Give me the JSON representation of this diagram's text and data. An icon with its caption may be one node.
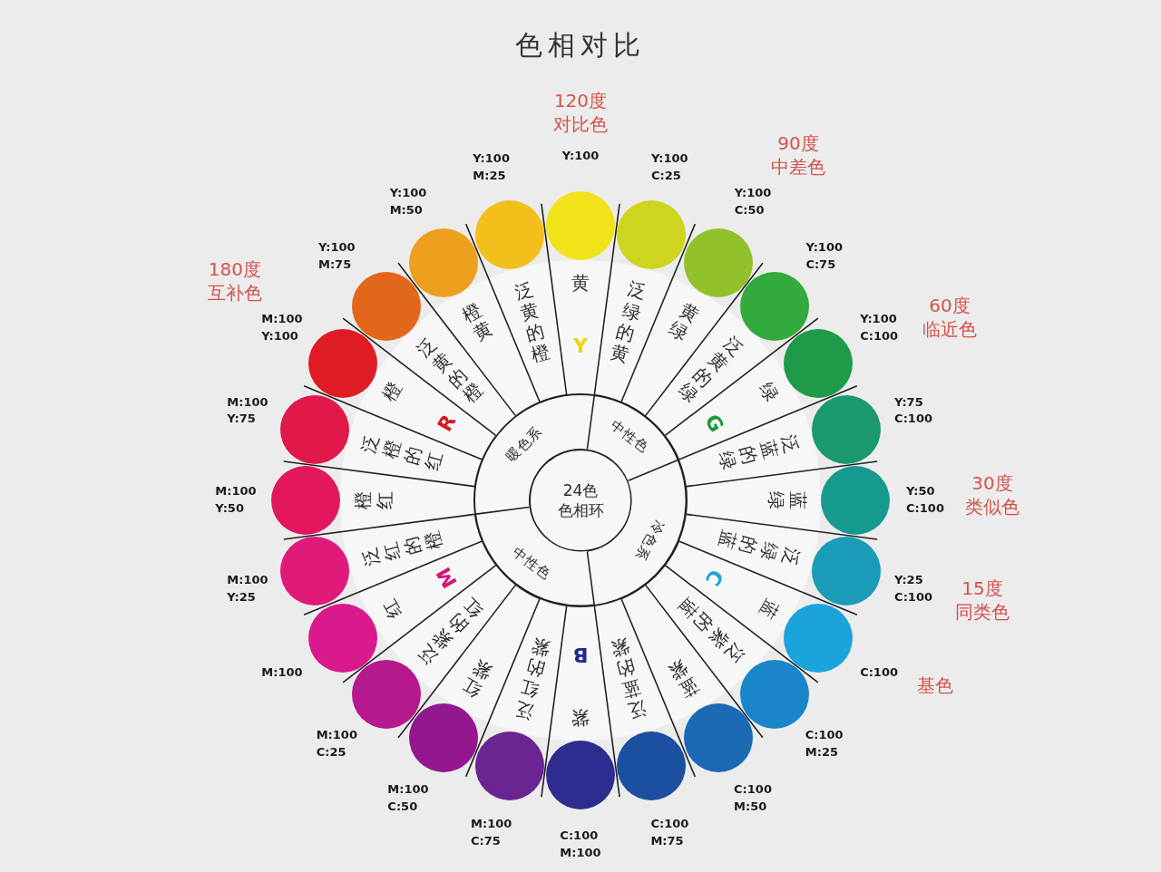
{
  "diagram": {
    "title": "色相对比",
    "nodes": [
      {
        "text": [
          "24色色相环"
        ]
      },
      {
        "text": [
          "暖色系"
        ]
      },
      {
        "text": [
          "中性色"
        ]
      },
      {
        "text": [
          "冷色系"
        ]
      },
      {
        "text": [
          "中性色"
        ]
      },
      {
        "text": [
          "黄",
          "Y"
        ]
      },
      {
        "text": [
          "泛绿的黄"
        ]
      },
      {
        "text": [
          "黄绿"
        ]
      },
      {
        "text": [
          "泛黄的绿"
        ]
      },
      {
        "text": [
          "绿",
          "G"
        ]
      },
      {
        "text": [
          "泛蓝的绿"
        ]
      },
      {
        "text": [
          "蓝绿"
        ]
      },
      {
        "text": [
          "泛绿的蓝"
        ]
      },
      {
        "text": [
          "蓝",
          "C"
        ]
      },
      {
        "text": [
          "泛紫的蓝"
        ]
      },
      {
        "text": [
          "蓝紫"
        ]
      },
      {
        "text": [
          "泛蓝的紫"
        ]
      },
      {
        "text": [
          "紫",
          "B"
        ]
      },
      {
        "text": [
          "泛红的紫"
        ]
      },
      {
        "text": [
          "红紫"
        ]
      },
      {
        "text": [
          "泛紫的红"
        ]
      },
      {
        "text": [
          "红",
          "M"
        ]
      },
      {
        "text": [
          "泛红的橙"
        ]
      },
      {
        "text": [
          "橙红"
        ]
      },
      {
        "text": [
          "泛橙的红"
        ]
      },
      {
        "text": [
          "橙",
          "R"
        ]
      },
      {
        "text": [
          "泛黄的橙"
        ]
      },
      {
        "text": [
          "橙黄"
        ]
      },
      {
        "text": [
          "泛黄的橙"
        ]
      },
      {
        "text": [],
        "shape": "circle",
        "beside": [
          "120度对比色",
          "Y:100"
        ]
      },
      {
        "text": [],
        "shape": "circle",
        "beside": [
          "Y:100 C:25"
        ]
      },
      {
        "text": [],
        "shape": "circle",
        "beside": [
          "90度中差色",
          "Y:100 C:50"
        ]
      },
      {
        "text": [],
        "shape": "circle",
        "beside": [
          "Y:100 C:75"
        ]
      },
      {
        "text": [],
        "shape": "circle",
        "beside": [
          "Y:100 C:100",
          "60度临近色"
        ]
      },
      {
        "text": [],
        "shape": "circle",
        "beside": [
          "Y:75 C:100"
        ]
      },
      {
        "text": [],
        "shape": "circle",
        "beside": [
          "Y:50 C:100",
          "30度类似色"
        ]
      },
      {
        "text": [],
        "shape": "circle",
        "beside": [
          "Y:25 C:100",
          "15度同类色"
        ]
      },
      {
        "text": [],
        "shape": "circle",
        "beside": [
          "C:100",
          "基色"
        ]
      },
      {
        "text": [],
        "shape": "circle",
        "beside": [
          "C:100 M:25"
        ]
      },
      {
        "text": [],
        "shape": "circle",
        "beside": [
          "C:100 M:50"
        ]
      },
      {
        "text": [],
        "shape": "circle",
        "beside": [
          "C:100 M:75"
        ]
      },
      {
        "text": [],
        "shape": "circle",
        "beside": [
          "C:100 M:100"
        ]
      },
      {
        "text": [],
        "shape": "circle",
        "beside": [
          "M:100 C:75"
        ]
      },
      {
        "text": [],
        "shape": "circle",
        "beside": [
          "M:100 C:50"
        ]
      },
      {
        "text": [],
        "shape": "circle",
        "beside": [
          "M:100 C:25"
        ]
      },
      {
        "text": [],
        "shape": "circle",
        "beside": [
          "M:100"
        ]
      },
      {
        "text": [],
        "shape": "circle",
        "beside": [
          "M:100 Y:25"
        ]
      },
      {
        "text": [],
        "shape": "circle",
        "beside": [
          "M:100 Y:50"
        ]
      },
      {
        "text": [],
        "shape": "circle",
        "beside": [
          "M:100 Y:75"
        ]
      },
      {
        "text": [],
        "shape": "circle",
        "beside": [
          "180度互补色",
          "M:100 Y:100"
        ]
      },
      {
        "text": [],
        "shape": "circle",
        "beside": [
          "Y:100 M:75"
        ]
      },
      {
        "text": [],
        "shape": "circle",
        "beside": [
          "Y:100 M:50"
        ]
      },
      {
        "text": [],
        "shape": "circle",
        "beside": [
          "Y:100 M:25"
        ]
      }
    ]
  }
}
